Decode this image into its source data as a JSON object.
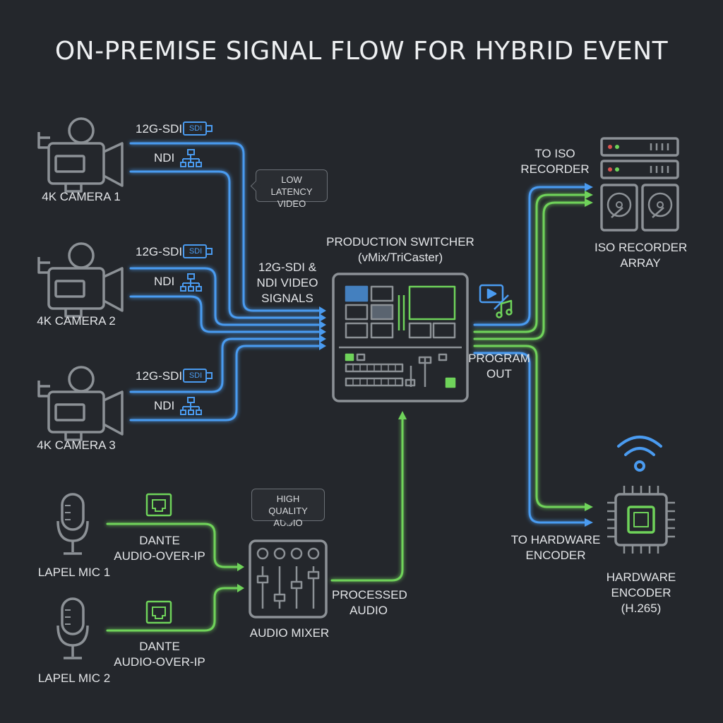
{
  "title": "ON-PREMISE SIGNAL FLOW FOR HYBRID EVENT",
  "colors": {
    "background": "#24272c",
    "sdi_blue": "#4a9bf0",
    "dante_green": "#6fd35a",
    "device_gray": "#8c9196"
  },
  "cameras": [
    {
      "name": "4K CAMERA 1",
      "sdi_label": "12G-SDI",
      "sdi_badge": "SDI",
      "ndi_label": "NDI"
    },
    {
      "name": "4K CAMERA 2",
      "sdi_label": "12G-SDI",
      "sdi_badge": "SDI",
      "ndi_label": "NDI"
    },
    {
      "name": "4K CAMERA 3",
      "sdi_label": "12G-SDI",
      "sdi_badge": "SDI",
      "ndi_label": "NDI"
    }
  ],
  "notes": {
    "low_latency": [
      "LOW LATENCY",
      "VIDEO"
    ],
    "high_quality": [
      "HIGH QUALITY",
      "AUDIO"
    ]
  },
  "video_signals_label": [
    "12G-SDI &",
    "NDI VIDEO",
    "SIGNALS"
  ],
  "switcher": {
    "title": "PRODUCTION SWITCHER",
    "subtitle": "(vMix/TriCaster)"
  },
  "program_out": [
    "PROGRAM",
    "OUT"
  ],
  "iso": {
    "link_label": [
      "TO ISO",
      "RECORDER"
    ],
    "name": [
      "ISO RECORDER",
      "ARRAY"
    ]
  },
  "encoder": {
    "link_label": [
      "TO HARDWARE",
      "ENCODER"
    ],
    "name": [
      "HARDWARE",
      "ENCODER",
      "(H.265)"
    ]
  },
  "mics": [
    {
      "name": "LAPEL MIC 1",
      "link_label": [
        "DANTE",
        "AUDIO-OVER-IP"
      ]
    },
    {
      "name": "LAPEL MIC 2",
      "link_label": [
        "DANTE",
        "AUDIO-OVER-IP"
      ]
    }
  ],
  "mixer": {
    "name": "AUDIO MIXER"
  },
  "processed_audio": [
    "PROCESSED",
    "AUDIO"
  ],
  "icons": {
    "camera": "video-camera-icon",
    "sdi_connector": "sdi-connector-icon",
    "ndi_network": "network-tree-icon",
    "ethernet": "ethernet-port-icon",
    "microphone": "microphone-icon",
    "mixer": "audio-mixer-icon",
    "switcher": "production-switcher-icon",
    "media": "media-play-note-icon",
    "server": "server-rack-icon",
    "hdd": "hard-drive-icon",
    "chip": "encoder-chip-icon",
    "wifi": "wifi-icon"
  }
}
